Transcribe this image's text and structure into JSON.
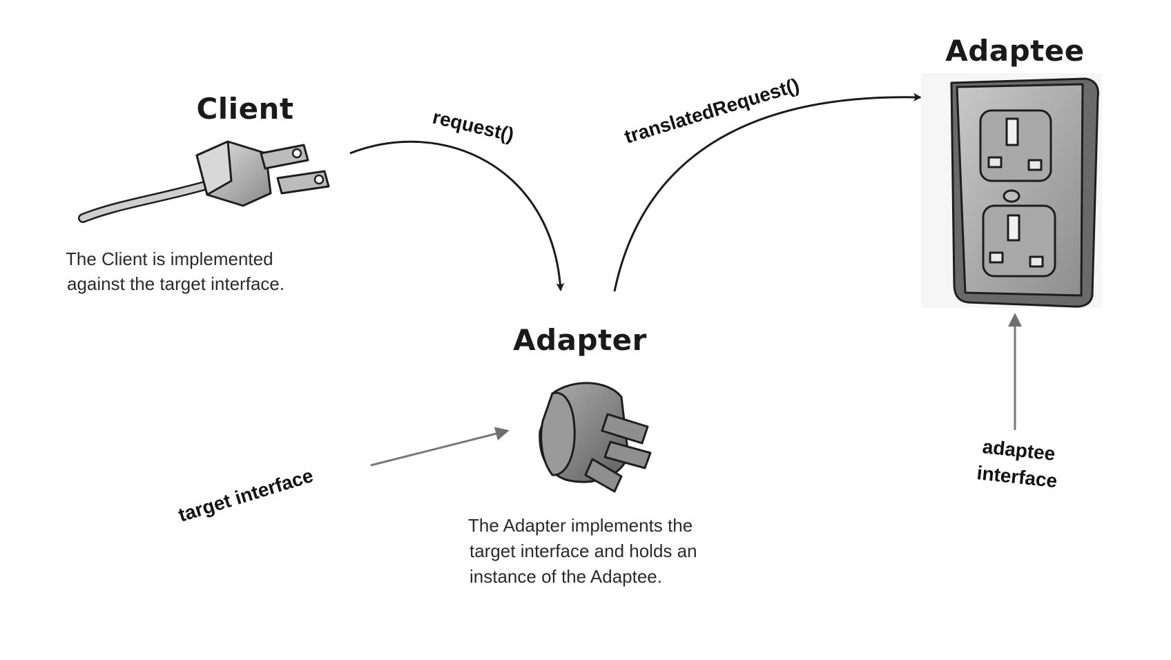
{
  "client": {
    "title": "Client",
    "caption_lines": [
      "The Client is implemented",
      "against the target interface."
    ]
  },
  "adapter": {
    "title": "Adapter",
    "caption_lines": [
      "The Adapter implements the",
      "target interface and holds an",
      "instance of the Adaptee."
    ]
  },
  "adaptee": {
    "title": "Adaptee"
  },
  "arrows": {
    "request": "request()",
    "translated_request": "translatedRequest()"
  },
  "labels": {
    "target_interface": "target interface",
    "adaptee_interface_lines": [
      "adaptee",
      "interface"
    ]
  }
}
